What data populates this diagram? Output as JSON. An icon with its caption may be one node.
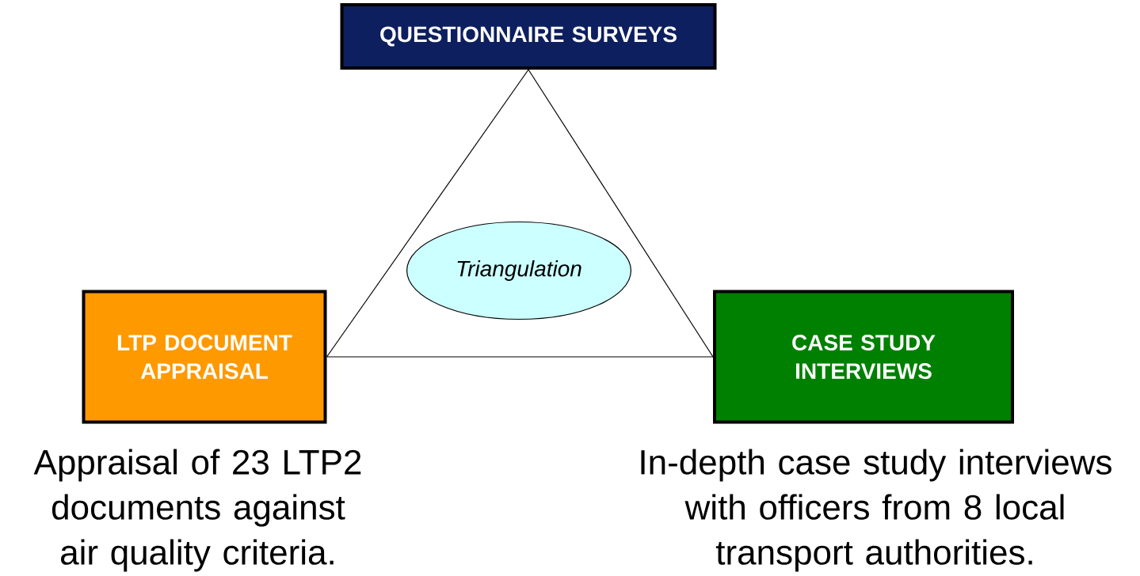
{
  "diagram": {
    "nodes": [
      {
        "text": [
          "QUESTIONNAIRE SURVEYS"
        ]
      },
      {
        "text": [
          "Triangulation"
        ]
      },
      {
        "text": [
          "LTP DOCUMENT APPRAISAL"
        ],
        "beside": [
          "Appraisal of 23 LTP2 documents against air quality criteria."
        ]
      },
      {
        "text": [
          "CASE STUDY INTERVIEWS"
        ],
        "beside": [
          "In-depth case study interviews with officers from 8 local transport authorities."
        ]
      }
    ],
    "edges": [
      {
        "from": 0,
        "to": 2,
        "arrow": "none"
      },
      {
        "from": 0,
        "to": 3,
        "arrow": "none"
      },
      {
        "from": 2,
        "to": 3,
        "arrow": "none"
      }
    ]
  }
}
